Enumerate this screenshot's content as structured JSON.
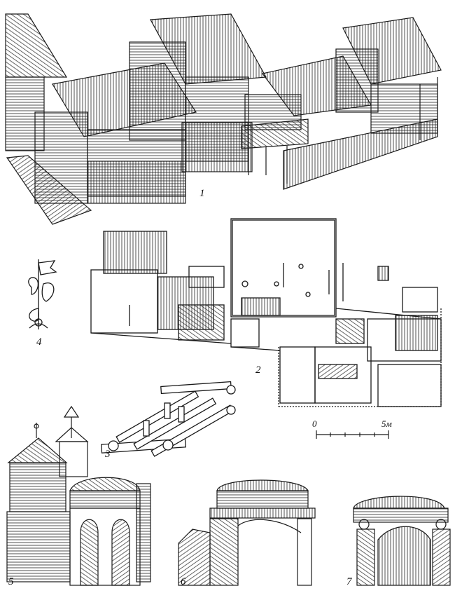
{
  "figure_labels": {
    "fig1": "1",
    "fig2": "2",
    "fig3": "3",
    "fig4": "4",
    "fig5": "5",
    "fig6": "6",
    "fig7": "7"
  },
  "scale": {
    "start": "0",
    "end": "5м"
  },
  "colors": {
    "ink": "#1a1a1a",
    "paper": "#ffffff"
  }
}
